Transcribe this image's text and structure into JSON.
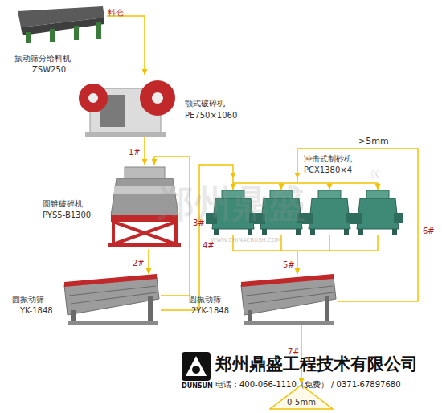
{
  "diagram": {
    "nodes": [
      {
        "text": [
          "振动筛分给料机",
          "ZSW250"
        ]
      },
      {
        "text": [
          "颚式破碎机",
          "PE750×1060"
        ]
      },
      {
        "text": [
          "圆锥破碎机",
          "PYS5-B1300"
        ]
      },
      {
        "text": [
          "圆振动筛",
          "YK-1848"
        ]
      },
      {
        "text": [
          "冲击式制砂机",
          "PCX1380×4"
        ]
      },
      {
        "text": [
          "圆振动筛",
          "2YK-1848"
        ]
      },
      {
        "text": [
          "0-5mm"
        ]
      }
    ],
    "edges": [
      {
        "from": 0,
        "to": 1,
        "arrow": "to"
      },
      {
        "from": 1,
        "to": 2,
        "label": "1#",
        "arrow": "to"
      },
      {
        "from": 2,
        "to": 3,
        "label": "2#",
        "arrow": "to"
      },
      {
        "from": 3,
        "to": 2,
        "label": "3#",
        "arrow": "to"
      },
      {
        "from": 3,
        "to": 4,
        "label": "4#",
        "arrow": "to"
      },
      {
        "from": 4,
        "to": 5,
        "label": "5#",
        "arrow": "to"
      },
      {
        "from": 5,
        "to": 4,
        "label": "6#",
        "arrow": "to"
      },
      {
        "from": 5,
        "to": 6,
        "label": "7#",
        "arrow": "to"
      }
    ],
    "labels": [
      "料仓",
      ">5mm",
      "郑州鼎盛",
      "®",
      "WWW.CHINACRUSH.COM",
      "DUNSUN",
      "郑州鼎盛工程技术有限公司",
      "电话：400-066-1110（免费） / 0371-67897680"
    ]
  }
}
